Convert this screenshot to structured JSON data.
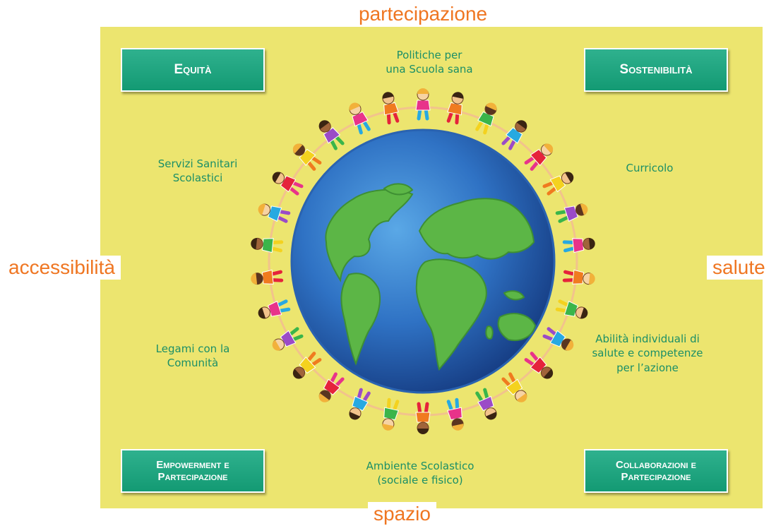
{
  "outer_labels": {
    "top": "partecipazione",
    "left": "accessibilità",
    "right": "salute",
    "bottom": "spazio"
  },
  "corner_boxes": {
    "top_left": "Equità",
    "top_right": "Sostenibilità",
    "bottom_left": "Empowerment e\nPartecipazione",
    "bottom_right": "Collaborazioni e\nPartecipazione"
  },
  "topics": {
    "top": "Politiche per\nuna Scuola sana",
    "upper_left": "Servizi Sanitari\nScolastici",
    "upper_right": "Curricolo",
    "lower_left": "Legami con la\nComunità",
    "lower_right": "Abilità individuali di\nsalute e competenze\nper l’azione",
    "bottom": "Ambiente Scolastico\n(sociale e fisico)"
  },
  "colors": {
    "background": "#ece56f",
    "box": "#1fa67f",
    "topic_text": "#1b8f67",
    "outer_label": "#ef7622",
    "ocean": "#2f72c4",
    "land": "#5cb646"
  },
  "figures": {
    "count": 30,
    "shirt_colors": [
      "#e8338a",
      "#f07b1f",
      "#3ab54a",
      "#27a9e1",
      "#e5233b",
      "#f4d21f",
      "#9b4bc7"
    ],
    "skin_tones": [
      "#f6d3a3",
      "#a0643a",
      "#5a3520",
      "#f2c38c"
    ]
  }
}
